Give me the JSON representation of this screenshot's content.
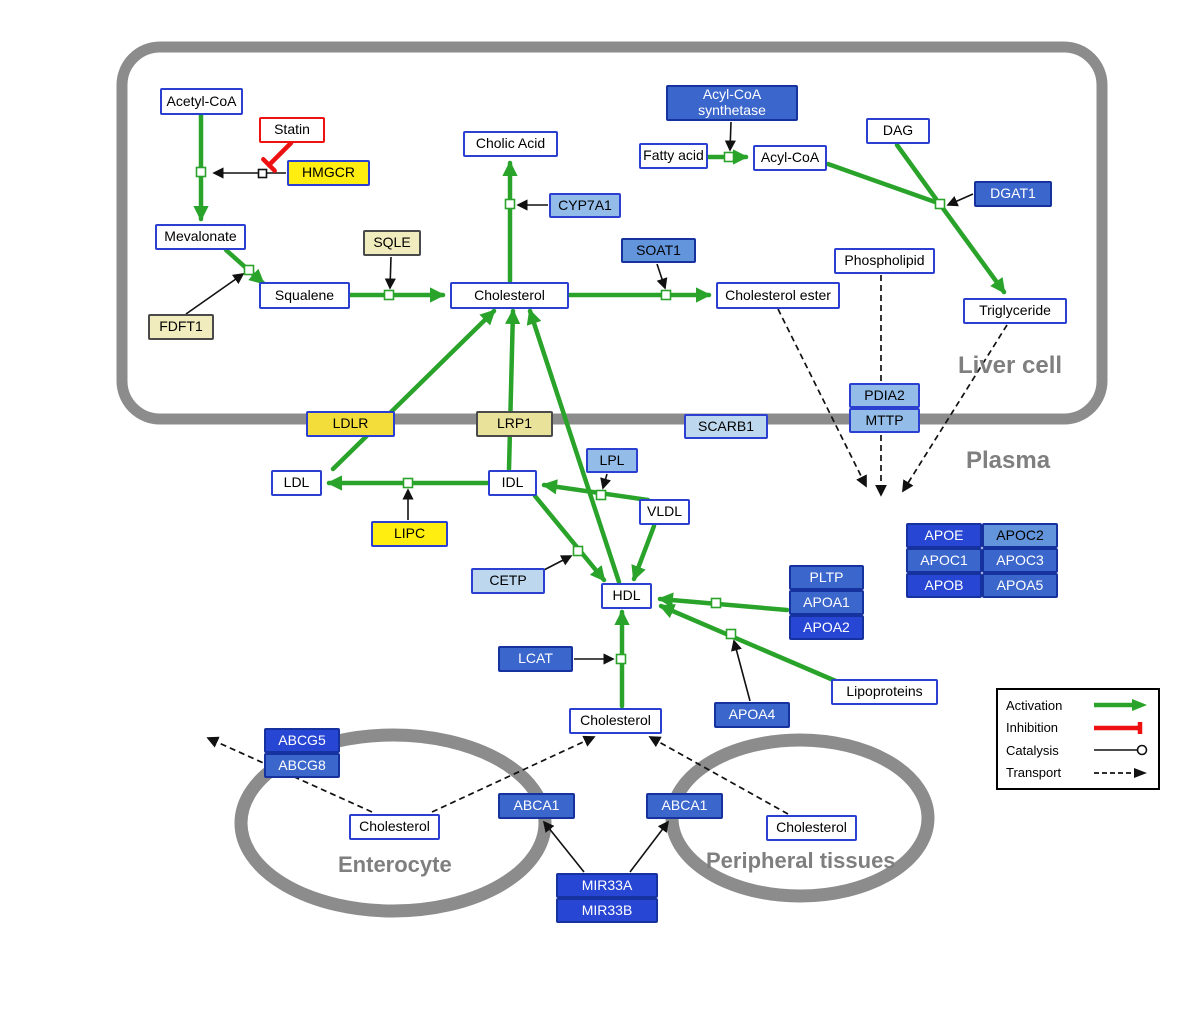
{
  "regions": {
    "liver": "Liver cell",
    "plasma": "Plasma",
    "enterocyte": "Enterocyte",
    "peripheral": "Peripheral tissues"
  },
  "legend": {
    "activation": "Activation",
    "inhibition": "Inhibition",
    "catalysis": "Catalysis",
    "transport": "Transport"
  },
  "nodes": {
    "acetyl_coa": "Acetyl-CoA",
    "statin": "Statin",
    "hmgcr": "HMGCR",
    "mevalonate": "Mevalonate",
    "sqle": "SQLE",
    "fdft1": "FDFT1",
    "squalene": "Squalene",
    "cholesterol_liver": "Cholesterol",
    "cholic_acid": "Cholic Acid",
    "cyp7a1": "CYP7A1",
    "soat1": "SOAT1",
    "cholesterol_ester": "Cholesterol ester",
    "acyl_coa_synthetase": "Acyl-CoA\nsynthetase",
    "fatty_acid": "Fatty acid",
    "acyl_coa": "Acyl-CoA",
    "dag": "DAG",
    "dgat1": "DGAT1",
    "phospholipid": "Phospholipid",
    "triglyceride": "Triglyceride",
    "ldlr": "LDLR",
    "lrp1": "LRP1",
    "scarb1": "SCARB1",
    "pdia2": "PDIA2",
    "mttp": "MTTP",
    "ldl": "LDL",
    "idl": "IDL",
    "lpl": "LPL",
    "vldl": "VLDL",
    "lipc": "LIPC",
    "cetp": "CETP",
    "hdl": "HDL",
    "pltp": "PLTP",
    "apoa1": "APOA1",
    "apoa2": "APOA2",
    "apoe": "APOE",
    "apoc2": "APOC2",
    "apoc1": "APOC1",
    "apoc3": "APOC3",
    "apob": "APOB",
    "apoa5": "APOA5",
    "lcat": "LCAT",
    "apoa4": "APOA4",
    "lipoproteins": "Lipoproteins",
    "cholesterol_plasma": "Cholesterol",
    "abcg5": "ABCG5",
    "abcg8": "ABCG8",
    "cholesterol_enterocyte": "Cholesterol",
    "abca1_center": "ABCA1",
    "abca1_peripheral": "ABCA1",
    "cholesterol_peripheral": "Cholesterol",
    "mir33a": "MIR33A",
    "mir33b": "MIR33B"
  },
  "palette": {
    "activation_green": "#2aa32a",
    "inhibition_red": "#ee1111",
    "membrane_gray": "#8c8c8c",
    "metabolite_border_blue": "#2b3fd0",
    "gene_yellow": "#ffee10",
    "gene_pale_yellow": "#f0ecbe",
    "gene_light_blue": "#bdd7ee",
    "gene_mid_blue": "#93bce8",
    "gene_blue": "#3b66cc",
    "gene_dark_blue": "#2746d3"
  }
}
